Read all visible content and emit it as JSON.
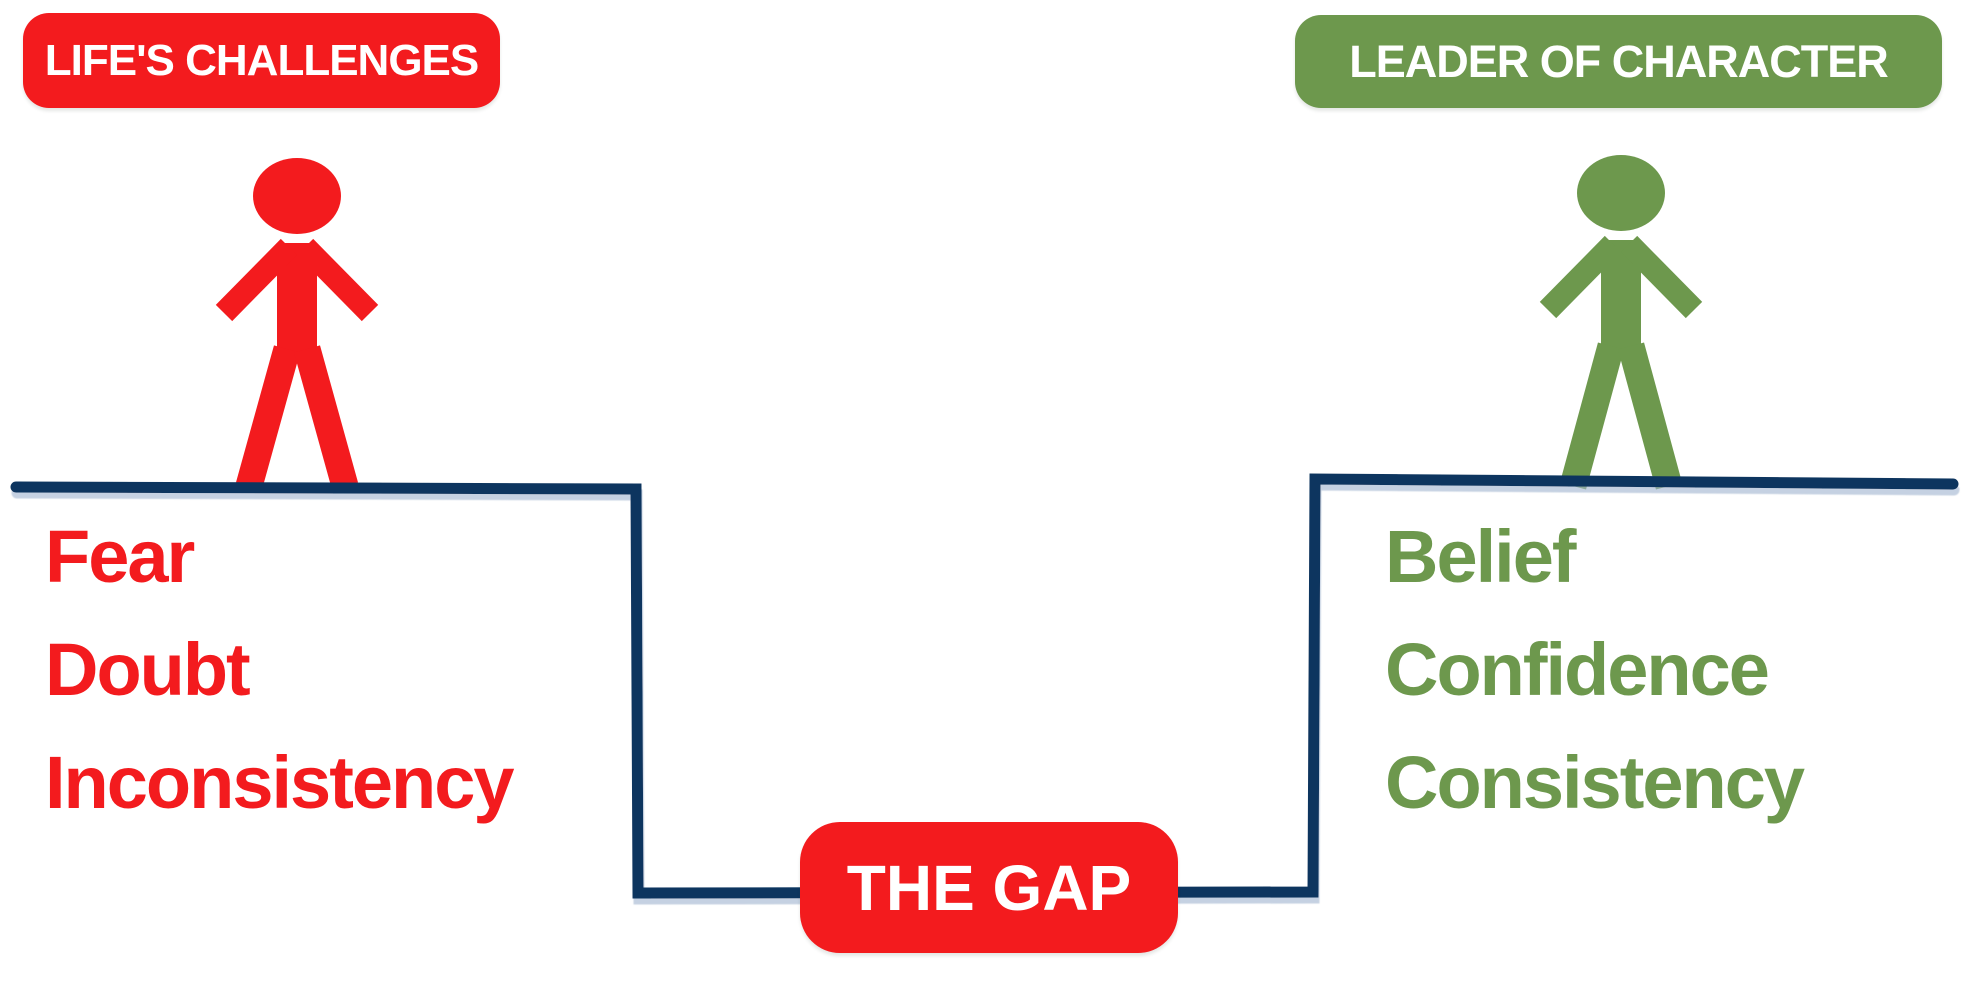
{
  "diagram": {
    "badges": {
      "left": "LIFE'S CHALLENGES",
      "right": "LEADER OF CHARACTER",
      "gap": "THE GAP"
    },
    "challenges": [
      "Fear",
      "Doubt",
      "Inconsistency"
    ],
    "character_traits": [
      "Belief",
      "Confidence",
      "Consistency"
    ],
    "icons": {
      "left": "red-person-icon",
      "right": "green-person-icon"
    },
    "colors": {
      "red": "#f31b1e",
      "green": "#6d984d",
      "navy": "#11365e",
      "badge-text": "#ffffff",
      "background": "#ffffff"
    }
  }
}
